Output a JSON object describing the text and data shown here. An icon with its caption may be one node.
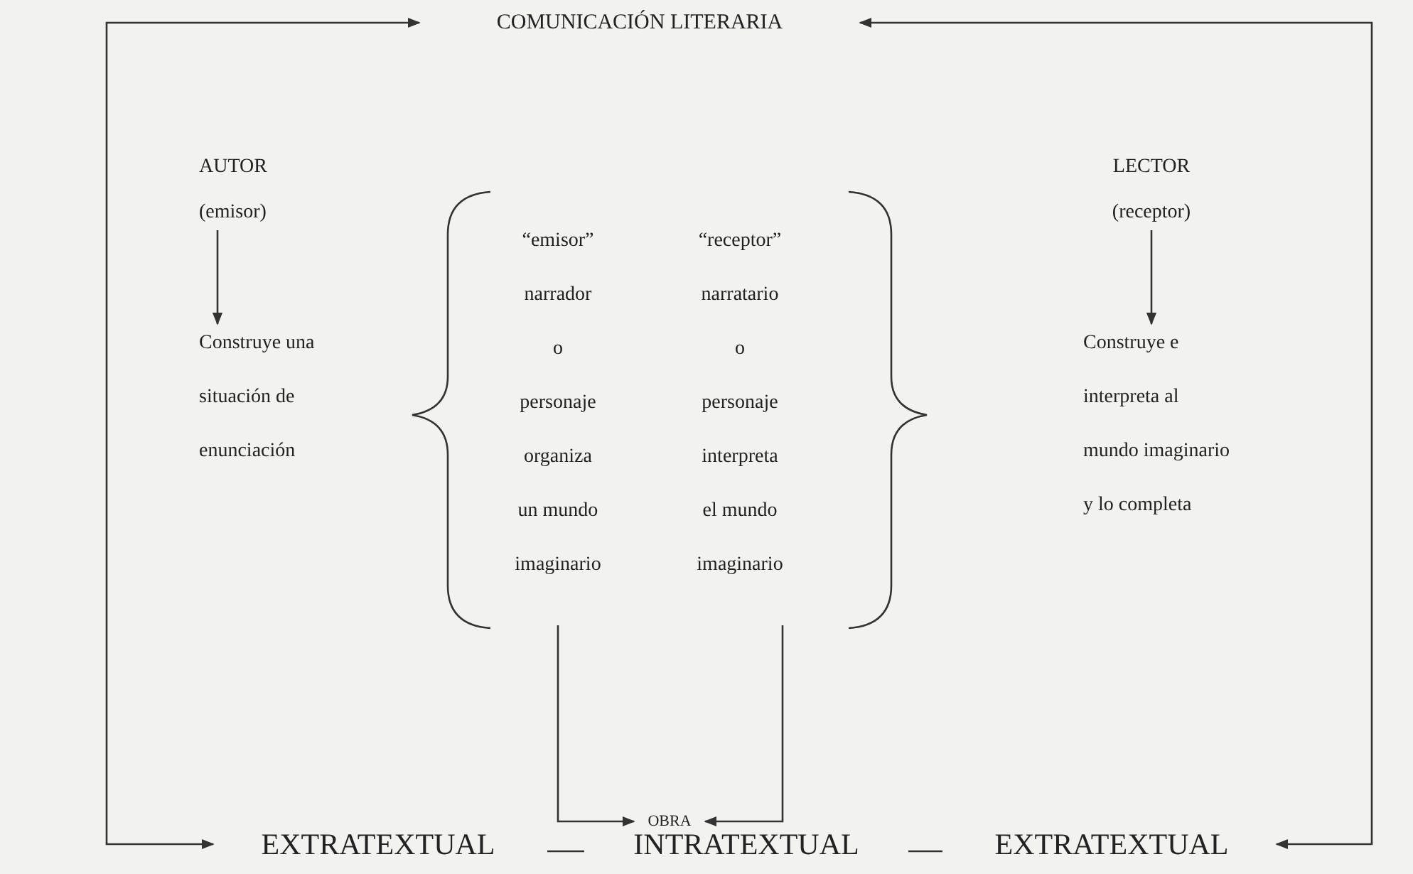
{
  "diagram": {
    "nodes": [
      {
        "text": [
          "COMUNICACIÓN LITERARIA"
        ]
      },
      {
        "text": [
          "AUTOR",
          "(emisor)"
        ]
      },
      {
        "text": [
          "Construye una",
          "situación de",
          "enunciación"
        ]
      },
      {
        "text": [
          "LECTOR",
          "(receptor)"
        ]
      },
      {
        "text": [
          "Construye e",
          "interpreta al",
          "mundo imaginario",
          "y lo completa"
        ]
      },
      {
        "text": [
          "“emisor”",
          "narrador",
          "o",
          "personaje",
          "organiza",
          "un mundo",
          "imaginario"
        ]
      },
      {
        "text": [
          "“receptor”",
          "narratario",
          "o",
          "personaje",
          "interpreta",
          "el mundo",
          "imaginario"
        ]
      },
      {
        "text": [
          "OBRA"
        ]
      },
      {
        "text": [
          "EXTRATEXTUAL"
        ]
      },
      {
        "text": [
          "INTRATEXTUAL"
        ]
      },
      {
        "text": [
          "EXTRATEXTUAL"
        ]
      }
    ],
    "edges": [
      {
        "from": 1,
        "to": 2,
        "arrow": "to"
      },
      {
        "from": 3,
        "to": 4,
        "arrow": "to"
      },
      {
        "from": 5,
        "to": 7,
        "arrow": "to"
      },
      {
        "from": 6,
        "to": 7,
        "arrow": "to"
      },
      {
        "from": 8,
        "to": 0,
        "arrow": "both"
      },
      {
        "from": 10,
        "to": 0,
        "arrow": "both"
      },
      {
        "from": 8,
        "to": 9,
        "arrow": "none"
      },
      {
        "from": 9,
        "to": 10,
        "arrow": "none"
      }
    ]
  }
}
